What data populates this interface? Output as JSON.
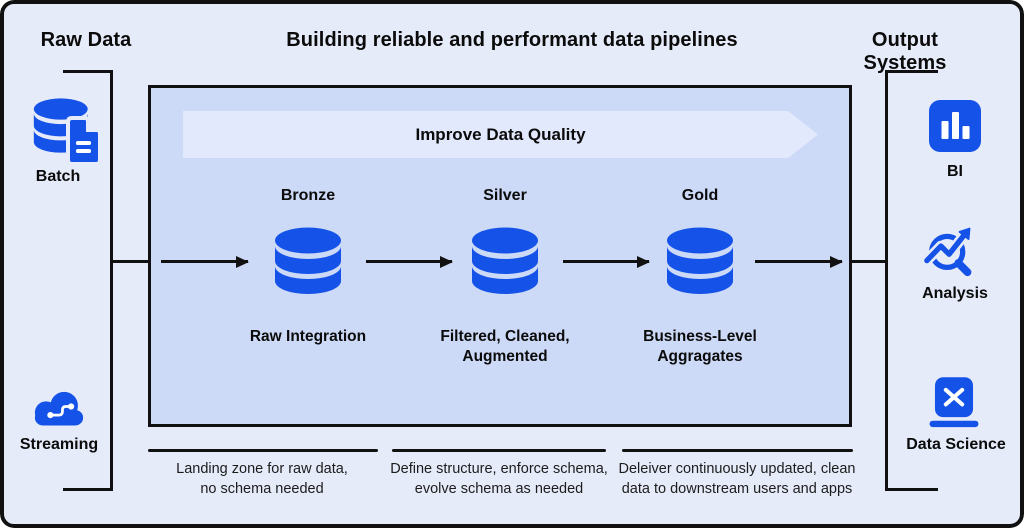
{
  "header": {
    "left_label": "Raw Data",
    "title": "Building reliable and performant data pipelines",
    "right_label": "Output Systems"
  },
  "input_sources": [
    {
      "label": "Batch",
      "icon": "database-file-icon"
    },
    {
      "label": "Streaming",
      "icon": "cloud-stream-icon"
    }
  ],
  "pipeline": {
    "banner_label": "Improve Data Quality",
    "stages": [
      {
        "name": "Bronze",
        "description": "Raw Integration",
        "icon": "database-icon"
      },
      {
        "name": "Silver",
        "description": "Filtered, Cleaned,\nAugmented",
        "icon": "database-icon"
      },
      {
        "name": "Gold",
        "description": "Business-Level\nAggragates",
        "icon": "database-icon"
      }
    ]
  },
  "output_systems": [
    {
      "label": "BI",
      "icon": "bar-chart-icon"
    },
    {
      "label": "Analysis",
      "icon": "trend-magnifier-icon"
    },
    {
      "label": "Data Science",
      "icon": "laptop-tools-icon"
    }
  ],
  "captions": [
    {
      "text": "Landing zone for raw data,\nno schema needed"
    },
    {
      "text": "Define structure, enforce schema,\nevolve schema as needed"
    },
    {
      "text": "Deleiver continuously updated, clean\ndata to downstream users and apps"
    }
  ],
  "colors": {
    "background": "#e6ebfa",
    "panel": "#ccd9f7",
    "banner": "#e2e9fc",
    "accent_blue": "#1553e8",
    "line": "#111111"
  }
}
